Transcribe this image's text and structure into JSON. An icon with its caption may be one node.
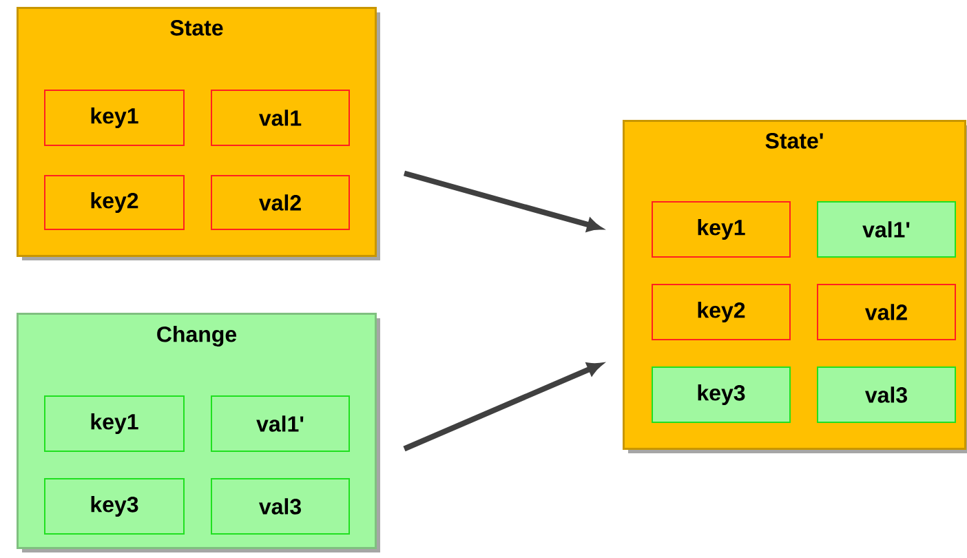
{
  "diagram": {
    "nodes": [
      {
        "text": [
          "State"
        ]
      },
      {
        "text": [
          "key1"
        ],
        "in": 0
      },
      {
        "text": [
          "val1"
        ],
        "in": 0
      },
      {
        "text": [
          "key2"
        ],
        "in": 0
      },
      {
        "text": [
          "val2"
        ],
        "in": 0
      },
      {
        "text": [
          "Change"
        ]
      },
      {
        "text": [
          "key1"
        ],
        "in": 5
      },
      {
        "text": [
          "val1'"
        ],
        "in": 5
      },
      {
        "text": [
          "key3"
        ],
        "in": 5
      },
      {
        "text": [
          "val3"
        ],
        "in": 5
      },
      {
        "text": [
          "State'"
        ]
      },
      {
        "text": [
          "key1"
        ],
        "in": 10
      },
      {
        "text": [
          "val1'"
        ],
        "in": 10
      },
      {
        "text": [
          "key2"
        ],
        "in": 10
      },
      {
        "text": [
          "val2"
        ],
        "in": 10
      },
      {
        "text": [
          "key3"
        ],
        "in": 10
      },
      {
        "text": [
          "val3"
        ],
        "in": 10
      }
    ],
    "edges": [
      {
        "from": 0,
        "to": 10,
        "arrow": "to"
      },
      {
        "from": 5,
        "to": 10,
        "arrow": "to"
      }
    ]
  }
}
